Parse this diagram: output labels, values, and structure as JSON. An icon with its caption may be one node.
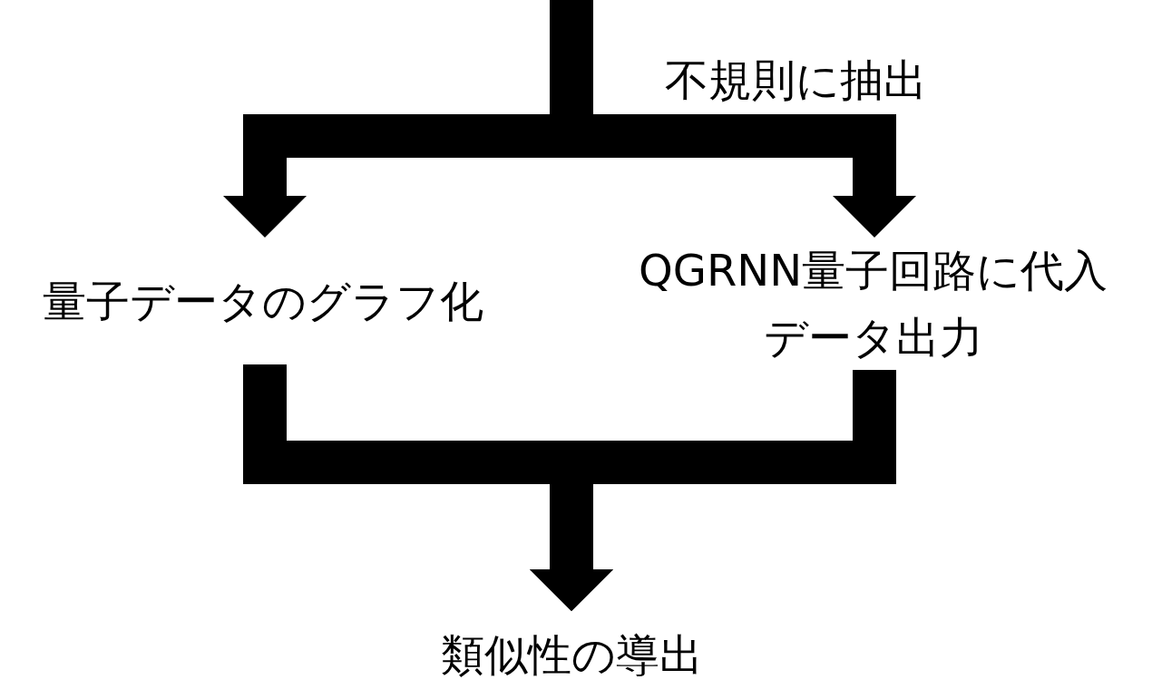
{
  "diagram": {
    "nodes": [
      {
        "text": [
          "量子データのグラフ化"
        ]
      },
      {
        "text": [
          "QGRNN量子回路に代入データ出力"
        ]
      },
      {
        "text": [
          "類似性の導出"
        ]
      }
    ],
    "edges": [
      {
        "from": null,
        "to": 0,
        "arrow": "to"
      },
      {
        "from": null,
        "to": 1,
        "arrow": "to"
      },
      {
        "from": 0,
        "to": 2,
        "arrow": "to"
      },
      {
        "from": 1,
        "to": 2,
        "arrow": "to"
      }
    ],
    "labels": [
      "不規則に抽出"
    ]
  }
}
